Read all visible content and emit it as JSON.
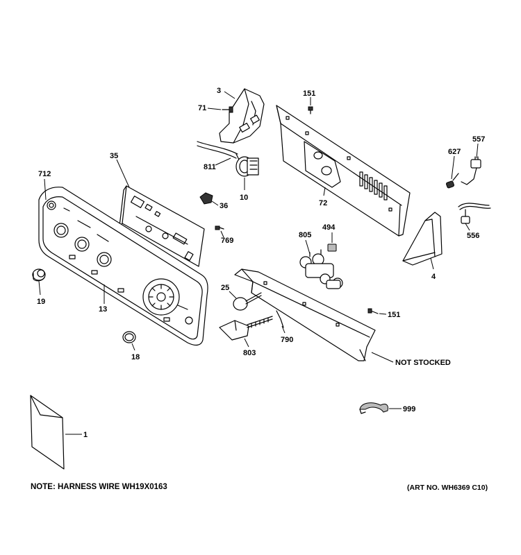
{
  "labels": {
    "p3": "3",
    "p71": "71",
    "p151a": "151",
    "p557": "557",
    "p627": "627",
    "p35": "35",
    "p811": "811",
    "p712": "712",
    "p10": "10",
    "p36": "36",
    "p72": "72",
    "p556": "556",
    "p494": "494",
    "p805": "805",
    "p769": "769",
    "p4": "4",
    "p25": "25",
    "p19": "19",
    "p13": "13",
    "p151b": "151",
    "p790": "790",
    "p803": "803",
    "p18": "18",
    "not_stocked": "NOT STOCKED",
    "p999": "999",
    "p1": "1"
  },
  "footer": {
    "note": "NOTE: HARNESS WIRE WH19X0163",
    "art_no": "(ART NO. WH6369 C10)"
  }
}
